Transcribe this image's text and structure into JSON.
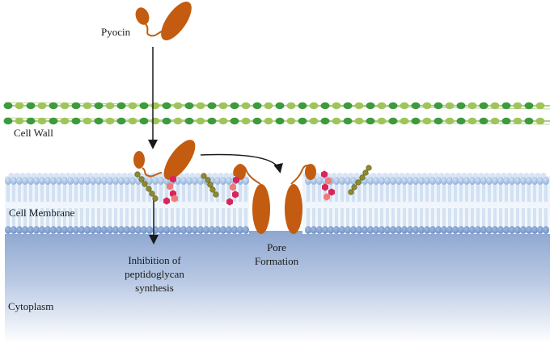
{
  "labels": {
    "pyocin": "Pyocin",
    "cell_wall": "Cell Wall",
    "cell_membrane": "Cell Membrane",
    "cytoplasm": "Cytoplasm",
    "inhibition": [
      "Inhibition of",
      "peptidoglycan",
      "synthesis"
    ],
    "pore": [
      "Pore",
      "Formation"
    ]
  },
  "colors": {
    "protein": "#c35c10",
    "wall_green_dark": "#3d9a3d",
    "wall_green_light": "#9fc55a",
    "lipid_head": "#a9c6e8",
    "cytoplasm_top": "#8ea7d0",
    "cytoplasm_bottom": "#ffffff",
    "chain_olive": "#8e8a2e",
    "pink_dark": "#d8265a",
    "pink_light": "#f07a78"
  }
}
